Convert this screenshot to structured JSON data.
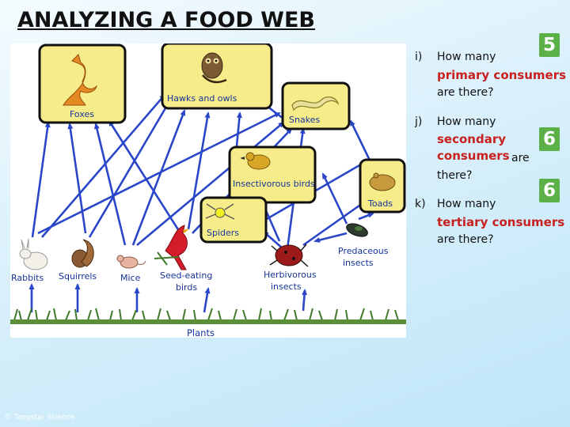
{
  "title": "ANALYZING A FOOD WEB",
  "web": {
    "labels": {
      "foxes": "Foxes",
      "hawks": "Hawks and owls",
      "snakes": "Snakes",
      "insectivorous": "Insectivorous birds",
      "toads": "Toads",
      "spiders": "Spiders",
      "rabbits": "Rabbits",
      "squirrels": "Squirrels",
      "mice": "Mice",
      "seed_eating": "Seed-eating birds",
      "herbivorous": "Herbivorous insects",
      "predaceous": "Predaceous insects",
      "plants": "Plants"
    }
  },
  "questions": [
    {
      "label": "i)",
      "prefix": "How many",
      "highlight": "primary consumers",
      "suffix": "are there?",
      "answer": "5"
    },
    {
      "label": "j)",
      "prefix": "How many",
      "highlight": "secondary consumers",
      "suffix": "are there?",
      "answer": "6"
    },
    {
      "label": "k)",
      "prefix": "How many",
      "highlight": "tertiary consumers",
      "suffix": "are there?",
      "answer": "6"
    }
  ],
  "copyright": "© Tangstar Science",
  "colors": {
    "answer_bg": "#5bb047",
    "highlight": "#c8201e",
    "arrow": "#2a46c8",
    "card": "#f7ec8a"
  }
}
